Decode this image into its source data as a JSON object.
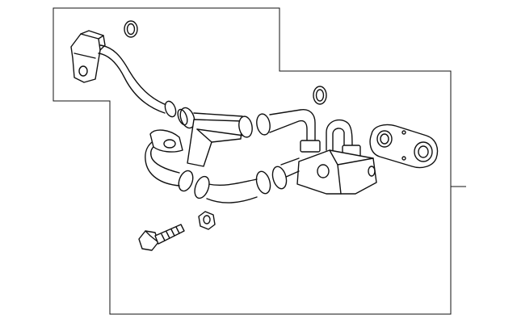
{
  "diagram": {
    "type": "exploded-parts-diagram",
    "subject": "air-conditioning-hose-assembly",
    "parts": [
      {
        "id": "o-ring-upper",
        "icon": "o-ring-icon"
      },
      {
        "id": "o-ring-middle",
        "icon": "o-ring-icon"
      },
      {
        "id": "hose-assembly",
        "icon": "hose-icon"
      },
      {
        "id": "mounting-bracket",
        "icon": "bracket-icon"
      },
      {
        "id": "manifold-block",
        "icon": "block-icon"
      },
      {
        "id": "sealing-washer",
        "icon": "gasket-icon"
      },
      {
        "id": "bolt",
        "icon": "bolt-icon"
      },
      {
        "id": "nut",
        "icon": "nut-icon"
      }
    ],
    "colors": {
      "line": "#111111",
      "background": "#ffffff"
    }
  }
}
